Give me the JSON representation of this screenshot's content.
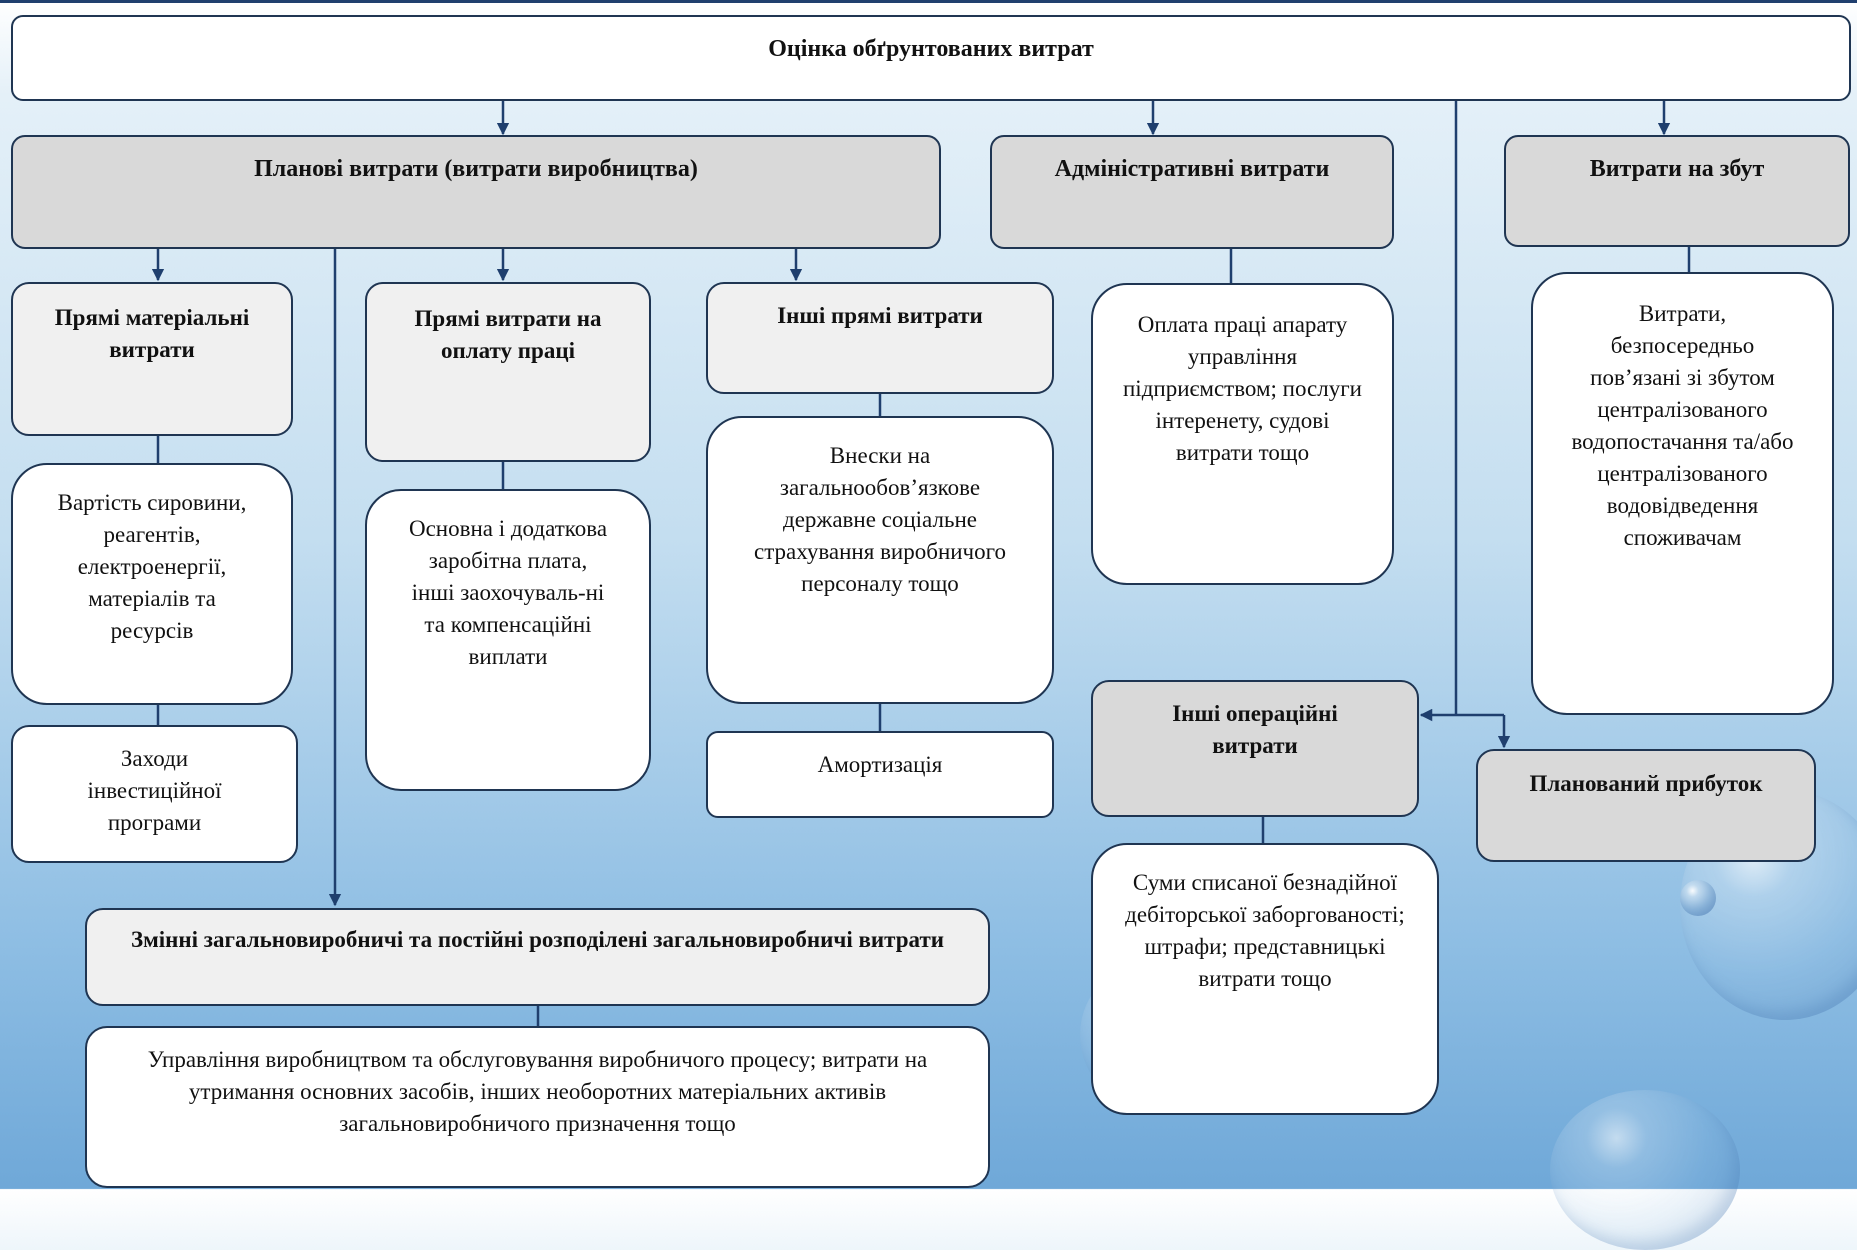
{
  "root": "Оцінка обґрунтованих витрат",
  "planned": "Планові витрати (витрати виробництва)",
  "admin": "Адміністративні витрати",
  "sales": "Витрати на збут",
  "direct_material": "Прямі матеріальні витрати",
  "direct_material_desc": "Вартість сировини, реагентів, електроенергії, матеріалів та ресурсів",
  "investment": "Заходи інвестиційної програми",
  "direct_labor": "Прямі  витрати на оплату праці",
  "direct_labor_desc": "Основна і додаткова заробітна плата, інші заохочуваль-ні та компенсаційні виплати",
  "other_direct": "Інші прямі витрати",
  "other_direct_desc": "Внески на загальнообов’язкове державне соціальне страхування виробничого персоналу тощо",
  "depreciation": "Амортизація",
  "admin_desc": "Оплата праці апарату управління підприємством; послуги інтеренету, судові витрати тощо",
  "sales_desc": "Витрати, безпосередньо пов’язані зі збутом централізованого водопостачання та/або централізованого водовідведення споживачам",
  "other_operating": "Інші операційні витрати",
  "other_operating_desc": "Суми списаної безнадійної дебіторської заборгованості; штрафи; представницькі витрати тощо",
  "planned_profit": "Планований прибуток",
  "overhead": "Змінні загальновиробничі та постійні розподілені загальновиробничі витрати",
  "overhead_desc": "Управління виробництвом та обслуговування виробничого процесу; витрати на утримання основних засобів, інших необоротних матеріальних активів загальновиробничого призначення тощо",
  "colors": {
    "line": "#1f3f6e",
    "gray_box": "#d9d9d9",
    "light_box": "#f0f0f0"
  }
}
